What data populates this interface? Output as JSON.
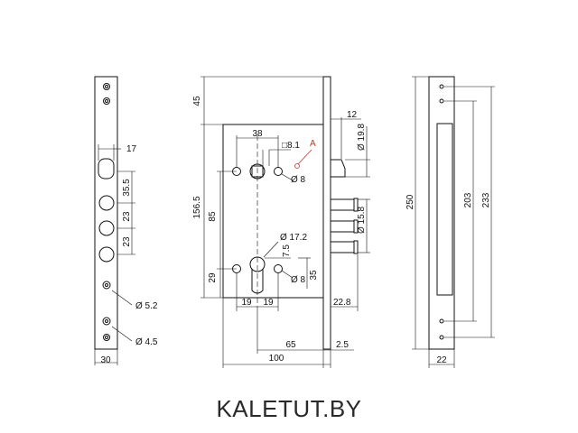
{
  "brand": "KALETUT.BY",
  "colors": {
    "line": "#111111",
    "accent": "#c0392b",
    "background": "#ffffff"
  },
  "dimensions": {
    "strike_left": {
      "d17": "17",
      "d35_5": "35.5",
      "d23a": "23",
      "d23b": "23",
      "hole_small": "Ø 5.2",
      "hole_large": "Ø 4.5",
      "width": "30"
    },
    "lock_body": {
      "top_offset": "45",
      "overall_height": "156.5",
      "spindle_to_cyl": "85",
      "cyl_to_bottom": "29",
      "d38": "38",
      "square": "□8.1",
      "point_a": "A",
      "hole_8_top": "Ø 8",
      "latch": "Ø 19.8",
      "bolts": "Ø 15.8",
      "d12": "12",
      "cyl_17_2": "Ø 17.2",
      "d7_5": "7.5",
      "hole_8_bottom": "Ø 8",
      "d35": "35",
      "d19a": "19",
      "d19b": "19",
      "d22_8": "22.8",
      "d65": "65",
      "d2_5": "2.5",
      "d100": "100"
    },
    "strike_right": {
      "height_250": "250",
      "d203": "203",
      "d233": "233",
      "width": "22"
    }
  }
}
